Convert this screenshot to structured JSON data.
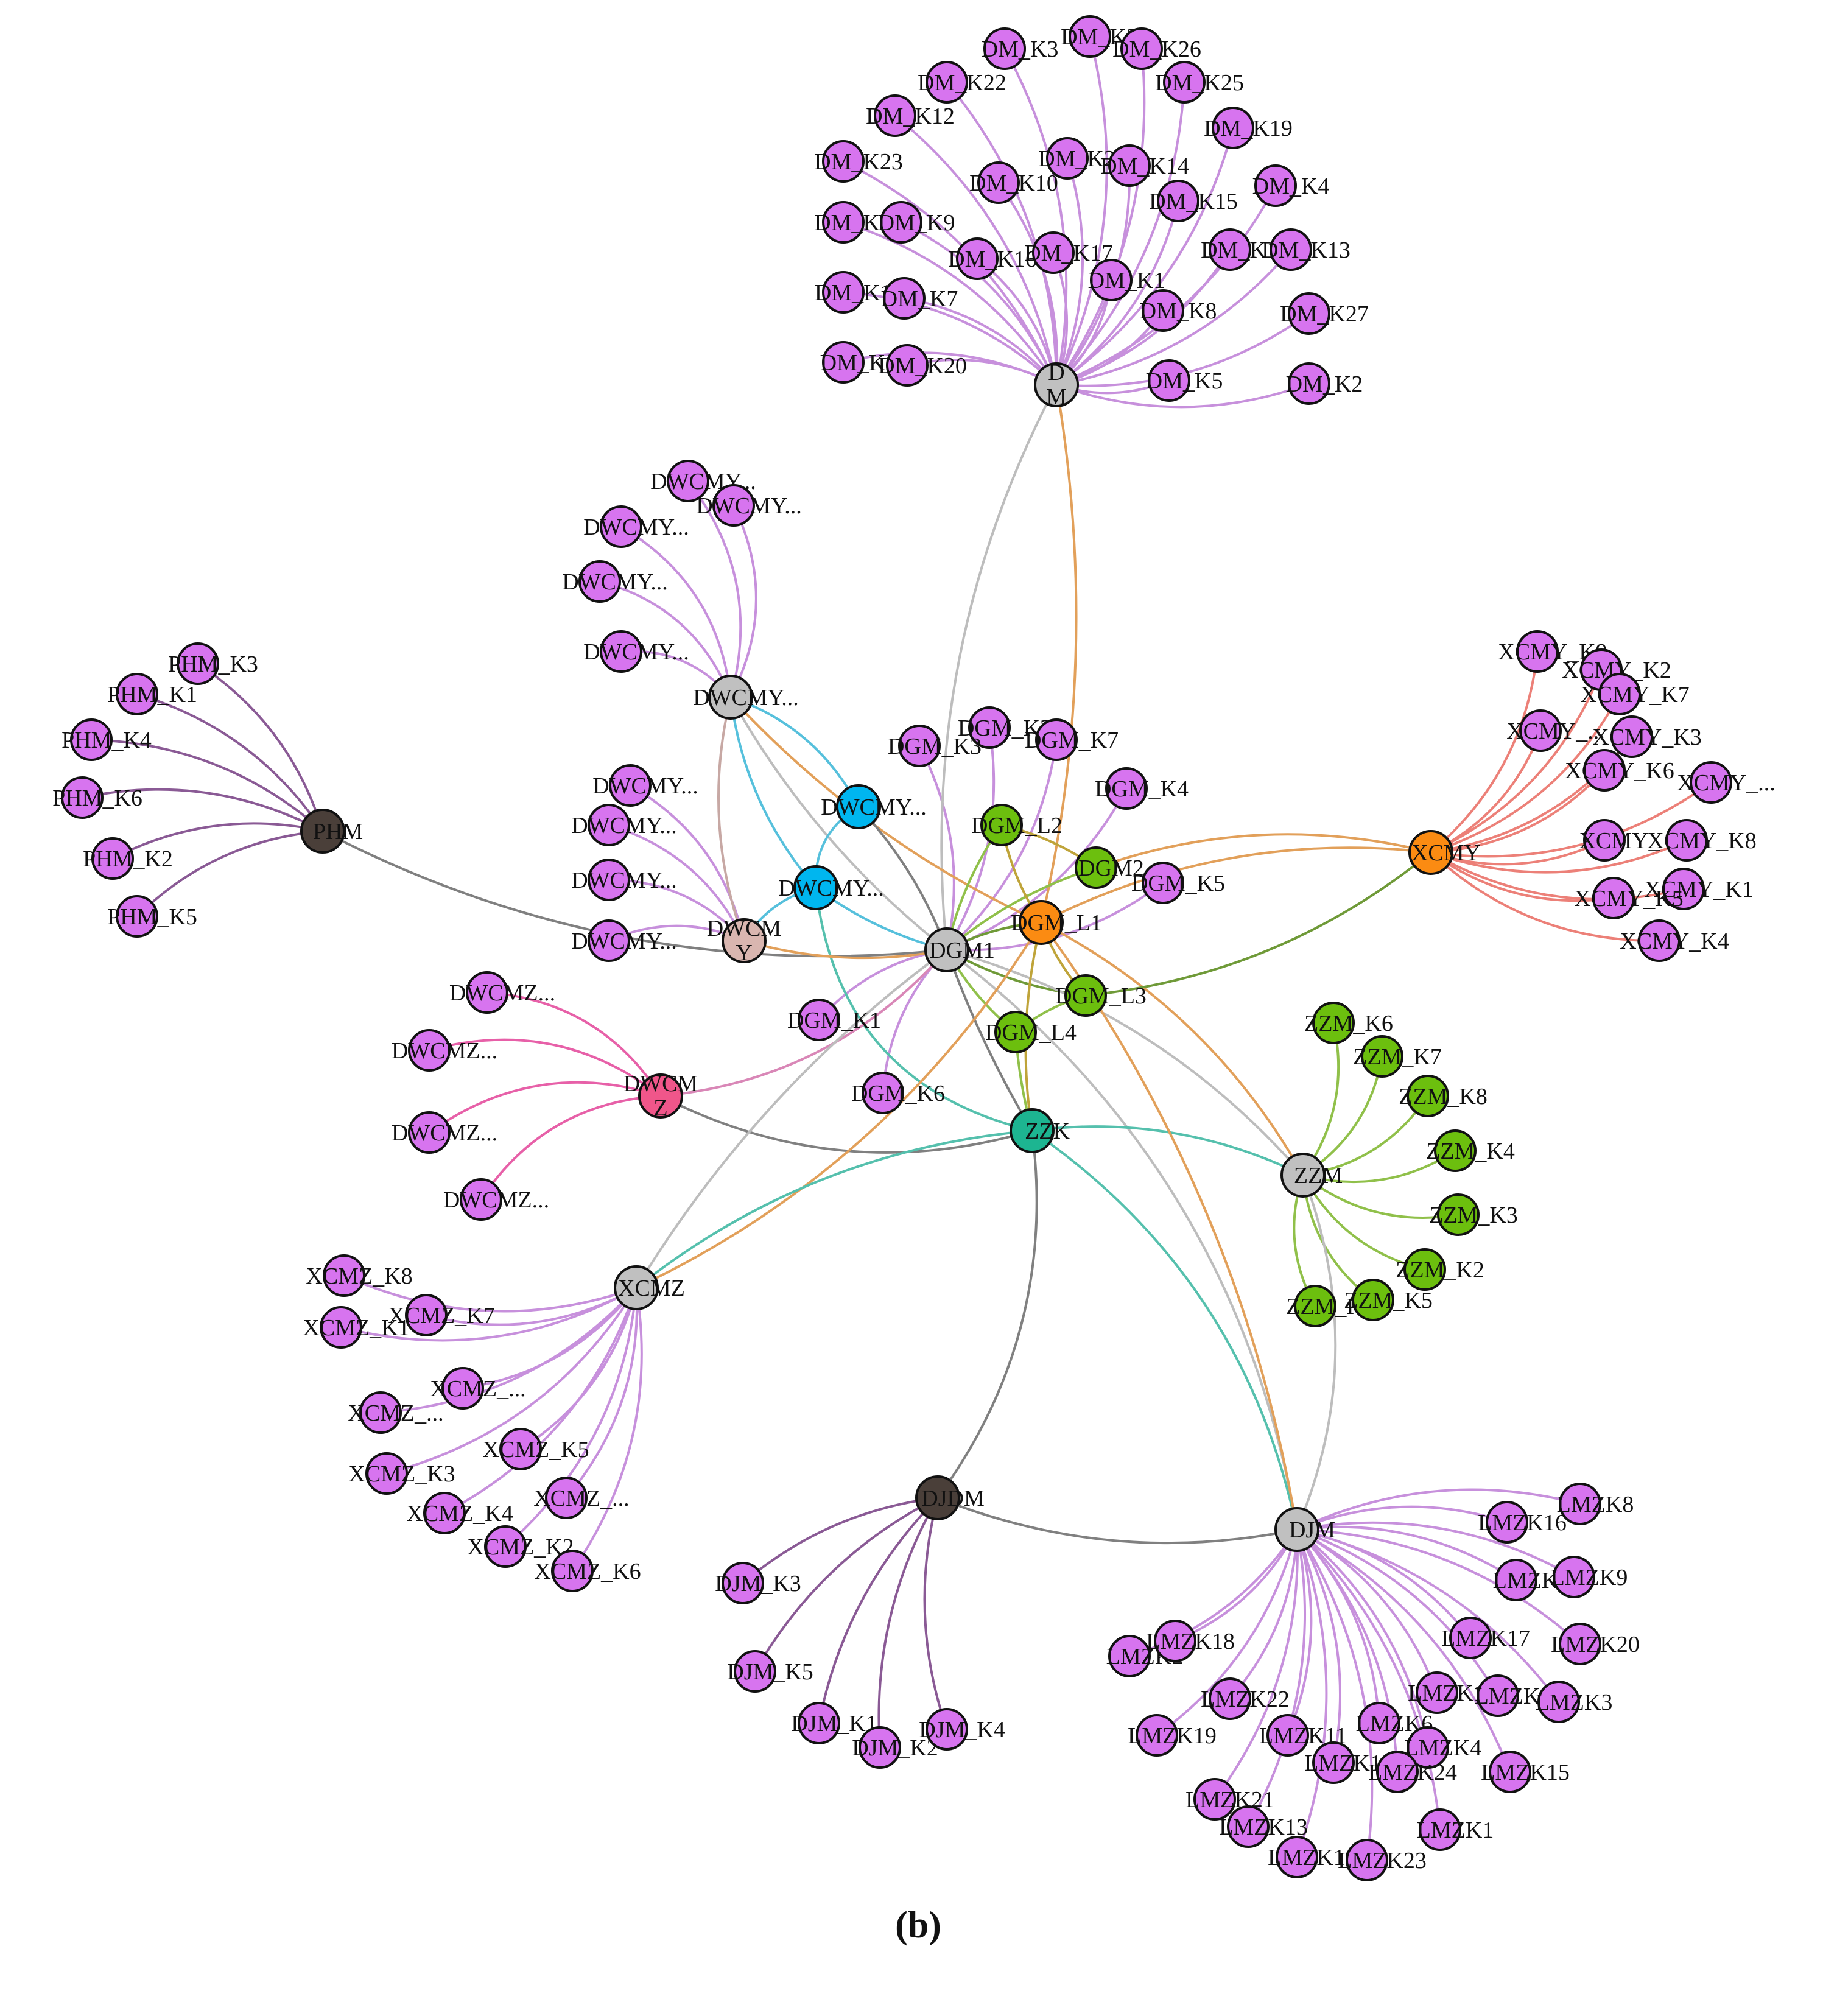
{
  "caption": "(b)",
  "colors": {
    "leaf": "#d774ef",
    "hub_gray": "#c0c0c0",
    "hub_dark": "#4a3f39",
    "dwcmy_group": "#00b6ef",
    "dwcm_y": "#d9b6b0",
    "dwcm_z": "#f0568a",
    "dgm_l1": "#fb8b12",
    "xcmy": "#fb8b12",
    "green": "#6cbf0e",
    "teal": "#1db591",
    "edge_purple_light": "#c790dc",
    "edge_purple_dark": "#8a5a95",
    "edge_gray": "#bdbdbd",
    "edge_gray_dark": "#808080",
    "edge_orange": "#e2a05a",
    "edge_teal": "#55c0ad",
    "edge_blue": "#56c0dc",
    "edge_salmon": "#ec8078",
    "edge_green": "#90c04a",
    "edge_olive": "#6f9a38",
    "edge_rose": "#c7a8a4",
    "edge_pink": "#e760a8",
    "edge_pink_soft": "#d987b7",
    "edge_olive_yellow": "#bfa43a"
  },
  "nodes": [
    {
      "id": "DM",
      "label": "D\nM",
      "color": "hub_gray"
    },
    {
      "id": "PHM",
      "label": "PHM",
      "color": "hub_dark"
    },
    {
      "id": "DJDM",
      "label": "DJDM",
      "color": "hub_dark"
    },
    {
      "id": "DGM1",
      "label": "DGM1",
      "color": "hub_gray"
    },
    {
      "id": "DWCMYhub",
      "label": "DWCMY...",
      "color": "hub_gray"
    },
    {
      "id": "DWCMY_a",
      "label": "DWCMY...",
      "color": "dwcmy_group"
    },
    {
      "id": "DWCMY_b",
      "label": "DWCMY...",
      "color": "dwcmy_group"
    },
    {
      "id": "DWCMY",
      "label": "DWCM\nY",
      "color": "dwcm_y"
    },
    {
      "id": "DWCMZ",
      "label": "DWCM\nZ",
      "color": "dwcm_z"
    },
    {
      "id": "DGM_L1",
      "label": "DGM_L1",
      "color": "dgm_l1"
    },
    {
      "id": "DGM_L2",
      "label": "DGM_L2",
      "color": "green"
    },
    {
      "id": "DGM_L3",
      "label": "DGM_L3",
      "color": "green"
    },
    {
      "id": "DGM_L4",
      "label": "DGM_L4",
      "color": "green"
    },
    {
      "id": "DGM2",
      "label": "DGM2",
      "color": "green"
    },
    {
      "id": "ZZK",
      "label": "ZZK",
      "color": "teal"
    },
    {
      "id": "ZZM",
      "label": "ZZM",
      "color": "hub_gray"
    },
    {
      "id": "XCMY",
      "label": "XCMY",
      "color": "xcmy"
    },
    {
      "id": "XCMZ",
      "label": "XCMZ",
      "color": "hub_gray"
    },
    {
      "id": "DJM",
      "label": "DJM",
      "color": "hub_gray"
    },
    {
      "id": "DM_K21",
      "label": "DM_K21",
      "color": "leaf"
    },
    {
      "id": "DM_K3",
      "label": "DM_K3",
      "color": "leaf"
    },
    {
      "id": "DM_K26",
      "label": "DM_K26",
      "color": "leaf"
    },
    {
      "id": "DM_K22",
      "label": "DM_K22",
      "color": "leaf"
    },
    {
      "id": "DM_K25",
      "label": "DM_K25",
      "color": "leaf"
    },
    {
      "id": "DM_K12",
      "label": "DM_K12",
      "color": "leaf"
    },
    {
      "id": "DM_K19",
      "label": "DM_K19",
      "color": "leaf"
    },
    {
      "id": "DM_K23",
      "label": "DM_K23",
      "color": "leaf"
    },
    {
      "id": "DM_K24",
      "label": "DM_K24",
      "color": "leaf"
    },
    {
      "id": "DM_K14",
      "label": "DM_K14",
      "color": "leaf"
    },
    {
      "id": "DM_K10",
      "label": "DM_K10",
      "color": "leaf"
    },
    {
      "id": "DM_K4",
      "label": "DM_K4",
      "color": "leaf"
    },
    {
      "id": "DM_K15",
      "label": "DM_K15",
      "color": "leaf"
    },
    {
      "id": "DM_K28",
      "label": "DM_K28",
      "color": "leaf"
    },
    {
      "id": "DM_K9",
      "label": "DM_K9",
      "color": "leaf"
    },
    {
      "id": "DM_K16",
      "label": "DM_K16",
      "color": "leaf"
    },
    {
      "id": "DM_K17",
      "label": "DM_K17",
      "color": "leaf"
    },
    {
      "id": "DM_K18",
      "label": "DM_K18",
      "color": "leaf"
    },
    {
      "id": "DM_K13",
      "label": "DM_K13",
      "color": "leaf"
    },
    {
      "id": "DM_K11",
      "label": "DM_K11",
      "color": "leaf"
    },
    {
      "id": "DM_K1",
      "label": "DM_K1",
      "color": "leaf"
    },
    {
      "id": "DM_K7",
      "label": "DM_K7",
      "color": "leaf"
    },
    {
      "id": "DM_K8",
      "label": "DM_K8",
      "color": "leaf"
    },
    {
      "id": "DM_K27",
      "label": "DM_K27",
      "color": "leaf"
    },
    {
      "id": "DM_K6",
      "label": "DM_K6",
      "color": "leaf"
    },
    {
      "id": "DM_K20",
      "label": "DM_K20",
      "color": "leaf"
    },
    {
      "id": "DM_K5",
      "label": "DM_K5",
      "color": "leaf"
    },
    {
      "id": "DM_K2",
      "label": "DM_K2",
      "color": "leaf"
    },
    {
      "id": "DWCMYhub_1",
      "label": "DWCMY...",
      "color": "leaf"
    },
    {
      "id": "DWCMYhub_2",
      "label": "DWCMY...",
      "color": "leaf"
    },
    {
      "id": "DWCMYhub_3",
      "label": "DWCMY...",
      "color": "leaf"
    },
    {
      "id": "DWCMYhub_4",
      "label": "DWCMY...",
      "color": "leaf"
    },
    {
      "id": "DWCMYhub_5",
      "label": "DWCMY...",
      "color": "leaf"
    },
    {
      "id": "PHM_K3",
      "label": "PHM_K3",
      "color": "leaf"
    },
    {
      "id": "PHM_K1",
      "label": "PHM_K1",
      "color": "leaf"
    },
    {
      "id": "PHM_K4",
      "label": "PHM_K4",
      "color": "leaf"
    },
    {
      "id": "PHM_K6",
      "label": "PHM_K6",
      "color": "leaf"
    },
    {
      "id": "PHM_K2",
      "label": "PHM_K2",
      "color": "leaf"
    },
    {
      "id": "PHM_K5",
      "label": "PHM_K5",
      "color": "leaf"
    },
    {
      "id": "DWCMY_1",
      "label": "DWCMY...",
      "color": "leaf"
    },
    {
      "id": "DWCMY_2",
      "label": "DWCMY...",
      "color": "leaf"
    },
    {
      "id": "DWCMY_3",
      "label": "DWCMY...",
      "color": "leaf"
    },
    {
      "id": "DWCMY_4",
      "label": "DWCMY...",
      "color": "leaf"
    },
    {
      "id": "DWCMZ_1",
      "label": "DWCMZ...",
      "color": "leaf"
    },
    {
      "id": "DWCMZ_2",
      "label": "DWCMZ...",
      "color": "leaf"
    },
    {
      "id": "DWCMZ_3",
      "label": "DWCMZ...",
      "color": "leaf"
    },
    {
      "id": "DWCMZ_4",
      "label": "DWCMZ...",
      "color": "leaf"
    },
    {
      "id": "DGM_K2",
      "label": "DGM_K2",
      "color": "leaf"
    },
    {
      "id": "DGM_K3",
      "label": "DGM_K3",
      "color": "leaf"
    },
    {
      "id": "DGM_K7",
      "label": "DGM_K7",
      "color": "leaf"
    },
    {
      "id": "DGM_K4",
      "label": "DGM_K4",
      "color": "leaf"
    },
    {
      "id": "DGM_K5",
      "label": "DGM_K5",
      "color": "leaf"
    },
    {
      "id": "DGM_K1",
      "label": "DGM_K1",
      "color": "leaf"
    },
    {
      "id": "DGM_K6",
      "label": "DGM_K6",
      "color": "leaf"
    },
    {
      "id": "XCMY_K9",
      "label": "XCMY_K9",
      "color": "leaf"
    },
    {
      "id": "XCMY_K2",
      "label": "XCMY_K2",
      "color": "leaf"
    },
    {
      "id": "XCMY_K7",
      "label": "XCMY_K7",
      "color": "leaf"
    },
    {
      "id": "XCMY_a",
      "label": "XCMY_...",
      "color": "leaf"
    },
    {
      "id": "XCMY_K3",
      "label": "XCMY_K3",
      "color": "leaf"
    },
    {
      "id": "XCMY_K6",
      "label": "XCMY_K6",
      "color": "leaf"
    },
    {
      "id": "XCMY_b",
      "label": "XCMY_...",
      "color": "leaf"
    },
    {
      "id": "XCMY_K_blank",
      "label": "XCMY_",
      "color": "leaf"
    },
    {
      "id": "XCMY_K8",
      "label": "XCMY_K8",
      "color": "leaf"
    },
    {
      "id": "XCMY_K1",
      "label": "XCMY_K1",
      "color": "leaf"
    },
    {
      "id": "XCMY_K5",
      "label": "XCMY_K5",
      "color": "leaf"
    },
    {
      "id": "XCMY_K4",
      "label": "XCMY_K4",
      "color": "leaf"
    },
    {
      "id": "ZZM_K6",
      "label": "ZZM_K6",
      "color": "green"
    },
    {
      "id": "ZZM_K7",
      "label": "ZZM_K7",
      "color": "green"
    },
    {
      "id": "ZZM_K8",
      "label": "ZZM_K8",
      "color": "green"
    },
    {
      "id": "ZZM_K4",
      "label": "ZZM_K4",
      "color": "green"
    },
    {
      "id": "ZZM_K3",
      "label": "ZZM_K3",
      "color": "green"
    },
    {
      "id": "ZZM_K2",
      "label": "ZZM_K2",
      "color": "green"
    },
    {
      "id": "ZZM_K1",
      "label": "ZZM_K1",
      "color": "green"
    },
    {
      "id": "ZZM_K5",
      "label": "ZZM_K5",
      "color": "green"
    },
    {
      "id": "XCMZ_K8",
      "label": "XCMZ_K8",
      "color": "leaf"
    },
    {
      "id": "XCMZ_K1",
      "label": "XCMZ_K1",
      "color": "leaf"
    },
    {
      "id": "XCMZ_K7",
      "label": "XCMZ_K7",
      "color": "leaf"
    },
    {
      "id": "XCMZ_a",
      "label": "XCMZ_...",
      "color": "leaf"
    },
    {
      "id": "XCMZ_b",
      "label": "XCMZ_...",
      "color": "leaf"
    },
    {
      "id": "XCMZ_K5",
      "label": "XCMZ_K5",
      "color": "leaf"
    },
    {
      "id": "XCMZ_K3",
      "label": "XCMZ_K3",
      "color": "leaf"
    },
    {
      "id": "XCMZ_c",
      "label": "XCMZ_...",
      "color": "leaf"
    },
    {
      "id": "XCMZ_K4",
      "label": "XCMZ_K4",
      "color": "leaf"
    },
    {
      "id": "XCMZ_K2",
      "label": "XCMZ_K2",
      "color": "leaf"
    },
    {
      "id": "XCMZ_K6",
      "label": "XCMZ_K6",
      "color": "leaf"
    },
    {
      "id": "DJM_K3",
      "label": "DJM_K3",
      "color": "leaf"
    },
    {
      "id": "DJM_K5",
      "label": "DJM_K5",
      "color": "leaf"
    },
    {
      "id": "DJM_K1",
      "label": "DJM_K1",
      "color": "leaf"
    },
    {
      "id": "DJM_K2",
      "label": "DJM_K2",
      "color": "leaf"
    },
    {
      "id": "DJM_K4",
      "label": "DJM_K4",
      "color": "leaf"
    },
    {
      "id": "LMZK8",
      "label": "LMZK8",
      "color": "leaf"
    },
    {
      "id": "LMZK16",
      "label": "LMZK16",
      "color": "leaf"
    },
    {
      "id": "LMZK7",
      "label": "LMZK7",
      "color": "leaf"
    },
    {
      "id": "LMZK9",
      "label": "LMZK9",
      "color": "leaf"
    },
    {
      "id": "LMZK17",
      "label": "LMZK17",
      "color": "leaf"
    },
    {
      "id": "LMZK20",
      "label": "LMZK20",
      "color": "leaf"
    },
    {
      "id": "LMZK2",
      "label": "LMZK2",
      "color": "leaf"
    },
    {
      "id": "LMZK18",
      "label": "LMZK18",
      "color": "leaf"
    },
    {
      "id": "LMZK12",
      "label": "LMZK12",
      "color": "leaf"
    },
    {
      "id": "LMZK5",
      "label": "LMZK5",
      "color": "leaf"
    },
    {
      "id": "LMZK3",
      "label": "LMZK3",
      "color": "leaf"
    },
    {
      "id": "LMZK22",
      "label": "LMZK22",
      "color": "leaf"
    },
    {
      "id": "LMZK6",
      "label": "LMZK6",
      "color": "leaf"
    },
    {
      "id": "LMZK19",
      "label": "LMZK19",
      "color": "leaf"
    },
    {
      "id": "LMZK11",
      "label": "LMZK11",
      "color": "leaf"
    },
    {
      "id": "LMZK14",
      "label": "LMZK14",
      "color": "leaf"
    },
    {
      "id": "LMZK4",
      "label": "LMZK4",
      "color": "leaf"
    },
    {
      "id": "LMZK24",
      "label": "LMZK24",
      "color": "leaf"
    },
    {
      "id": "LMZK15",
      "label": "LMZK15",
      "color": "leaf"
    },
    {
      "id": "LMZK21",
      "label": "LMZK21",
      "color": "leaf"
    },
    {
      "id": "LMZK13",
      "label": "LMZK13",
      "color": "leaf"
    },
    {
      "id": "LMZK1",
      "label": "LMZK1",
      "color": "leaf"
    },
    {
      "id": "LMZK10",
      "label": "LMZK10",
      "color": "leaf"
    },
    {
      "id": "LMZK23",
      "label": "LMZK23",
      "color": "leaf"
    }
  ]
}
